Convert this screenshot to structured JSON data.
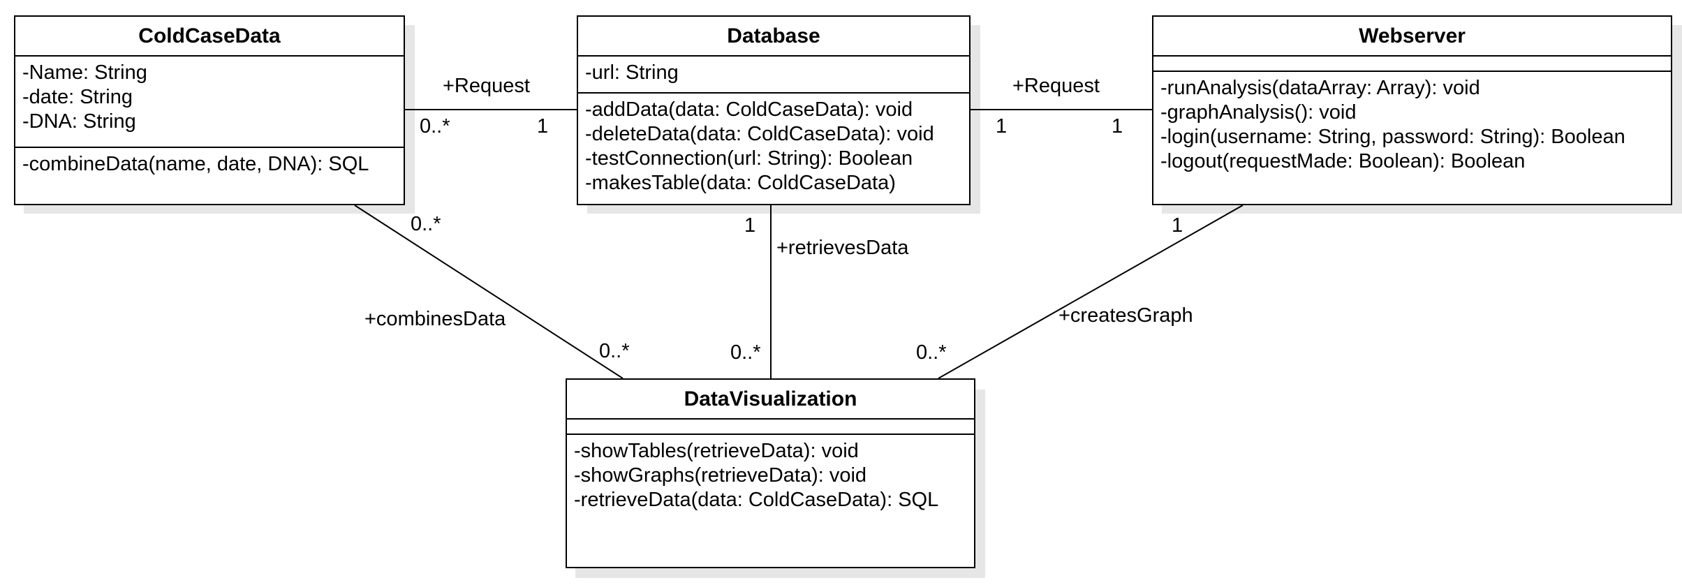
{
  "classes": {
    "coldcase": {
      "name": "ColdCaseData",
      "attributes": [
        "-Name: String",
        "-date: String",
        "-DNA: String"
      ],
      "methods": [
        "-combineData(name, date, DNA): SQL"
      ]
    },
    "database": {
      "name": "Database",
      "attributes": [
        "-url: String"
      ],
      "methods": [
        "-addData(data: ColdCaseData): void",
        "-deleteData(data: ColdCaseData): void",
        "-testConnection(url: String): Boolean",
        "-makesTable(data: ColdCaseData)"
      ]
    },
    "webserver": {
      "name": "Webserver",
      "attributes": [],
      "methods": [
        "-runAnalysis(dataArray: Array): void",
        "-graphAnalysis(): void",
        "-login(username: String, password: String): Boolean",
        "-logout(requestMade: Boolean): Boolean"
      ]
    },
    "dataviz": {
      "name": "DataVisualization",
      "attributes": [],
      "methods": [
        "-showTables(retrieveData): void",
        "-showGraphs(retrieveData): void",
        "-retrieveData(data: ColdCaseData): SQL"
      ]
    }
  },
  "associations": {
    "coldcase_database": {
      "label": "+Request",
      "mult_source": "0..*",
      "mult_target": "1"
    },
    "database_webserver": {
      "label": "+Request",
      "mult_source": "1",
      "mult_target": "1"
    },
    "coldcase_dataviz": {
      "label": "+combinesData",
      "mult_source": "0..*",
      "mult_target": "0..*"
    },
    "database_dataviz": {
      "label": "+retrievesData",
      "mult_source": "1",
      "mult_target": "0..*"
    },
    "webserver_dataviz": {
      "label": "+createsGraph",
      "mult_source": "1",
      "mult_target": "0..*"
    }
  }
}
